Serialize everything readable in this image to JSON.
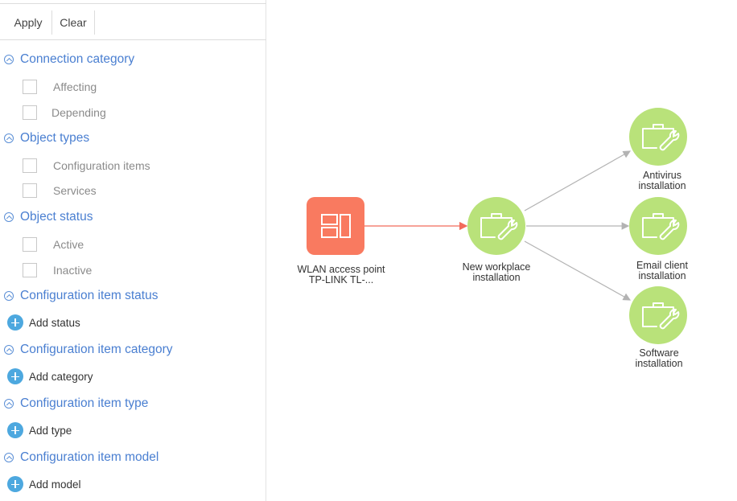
{
  "toolbar": {
    "apply_label": "Apply",
    "clear_label": "Clear"
  },
  "filters": {
    "connection_category": {
      "title": "Connection category",
      "options": [
        "Affecting",
        "Depending"
      ]
    },
    "object_types": {
      "title": "Object types",
      "options": [
        "Configuration items",
        "Services"
      ]
    },
    "object_status": {
      "title": "Object status",
      "options": [
        "Active",
        "Inactive"
      ]
    },
    "ci_status": {
      "title": "Configuration item status",
      "add_label": "Add status"
    },
    "ci_category": {
      "title": "Configuration item category",
      "add_label": "Add category"
    },
    "ci_type": {
      "title": "Configuration item type",
      "add_label": "Add type"
    },
    "ci_model": {
      "title": "Configuration item model",
      "add_label": "Add model"
    }
  },
  "diagram": {
    "nodes": {
      "wlan": {
        "line1": "WLAN access point",
        "line2": "TP-LINK TL-...",
        "icon": "device-icon"
      },
      "workplace": {
        "line1": "New workplace",
        "line2": "installation",
        "icon": "briefcase-wrench-icon"
      },
      "antivirus": {
        "line1": "Antivirus",
        "line2": "installation",
        "icon": "briefcase-wrench-icon"
      },
      "email": {
        "line1": "Email client",
        "line2": "installation",
        "icon": "briefcase-wrench-icon"
      },
      "software": {
        "line1": "Software",
        "line2": "installation",
        "icon": "briefcase-wrench-icon"
      }
    }
  },
  "colors": {
    "accent": "#4a7fd1",
    "add_button": "#4da8df",
    "device_node": "#f97a60",
    "service_node": "#b9e27a",
    "affecting_edge": "#f26b5b",
    "depending_edge": "#b3b3b3"
  }
}
